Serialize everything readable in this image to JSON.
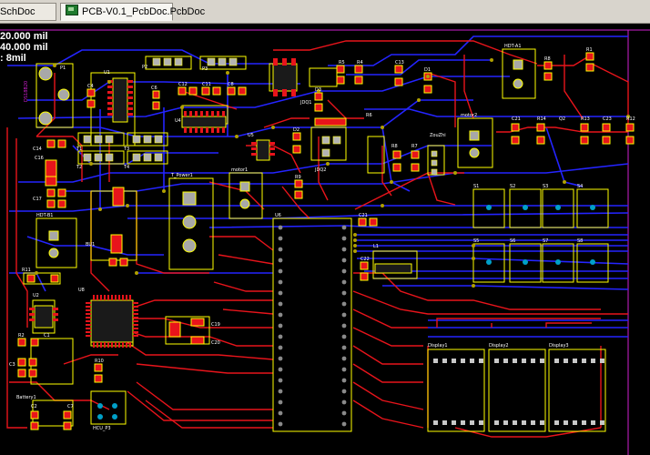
{
  "tabs": [
    {
      "label": "SchDoc",
      "active": false
    },
    {
      "label": "PCB-V0.1_PcbDoc.PcbDoc",
      "active": true
    }
  ],
  "hud": {
    "grid": "20.000 mil",
    "snap": "40.000 mil",
    "clearance": ": 8mil"
  },
  "designators": {
    "p1": "P1",
    "u1": "U1",
    "p2": "P2",
    "p3": "P3",
    "r5": "R5",
    "r4": "R4",
    "c13": "C13",
    "d1": "D1",
    "hdt_a1": "HDT-A1",
    "r8": "R8",
    "r1": "R1",
    "c4": "C4",
    "c6": "C6",
    "c12": "C12",
    "c11": "C11",
    "c8": "C8",
    "u4": "U4",
    "d3": "D3",
    "r6": "R6",
    "motor2": "motor2",
    "c21": "C21",
    "r14": "R14",
    "q2": "Q2",
    "r13": "R13",
    "c23": "C23",
    "r12": "R12",
    "t1": "T1",
    "t3": "T3",
    "t2": "T2",
    "t4": "T4",
    "u5": "U5",
    "d2": "D2",
    "jdq2": "JDQ2",
    "r8b": "R8",
    "r7": "R7",
    "zouzhi": "ZouZhi",
    "c14": "C14",
    "c16": "C16",
    "c17": "C17",
    "motor1": "motor1",
    "t_power1": "T_Power1",
    "hdt_b1": "HDT-B1",
    "bu1": "BU1",
    "r9": "R9",
    "u6": "U6",
    "c21b": "C21",
    "s1": "S1",
    "s2": "S2",
    "s3": "S3",
    "s4": "S4",
    "s5": "S5",
    "s6": "S6",
    "s7": "S7",
    "s8": "S8",
    "l1": "L1",
    "c22": "C22",
    "r11": "R11",
    "u2": "U2",
    "u8": "U8",
    "c19": "C19",
    "c20": "C20",
    "r2": "R2",
    "c1": "C1",
    "c3": "C3",
    "battery1": "Battery1",
    "c2": "C2",
    "c7": "C7",
    "r10": "R10",
    "hcu_p3": "HCU_P3",
    "display1": "Display1",
    "display2": "Display2",
    "display3": "Display3",
    "jdq1": "JDQ1",
    "ds18b20": "DS18B20"
  },
  "colors": {
    "background": "#000000",
    "top_layer": "#e8141b",
    "bottom_layer": "#2424ff",
    "overlay": "#ffff00",
    "pad": "#c8c8c8",
    "via": "#b0a000",
    "keepout": "#d020d0",
    "tab_bar": "#d8d4cc"
  }
}
